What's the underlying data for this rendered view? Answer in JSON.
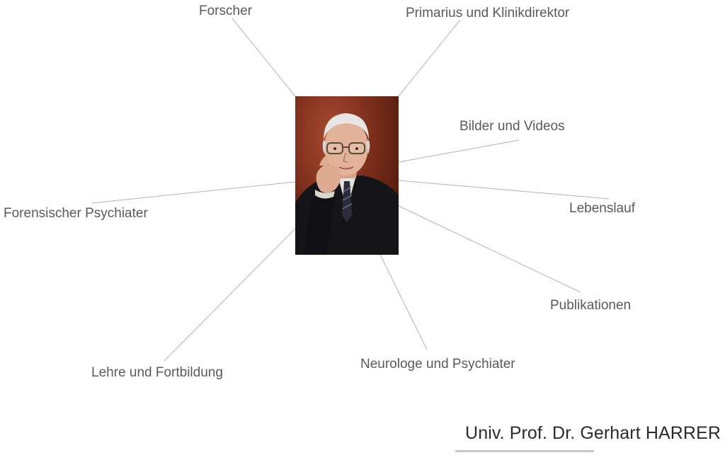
{
  "links": {
    "forscher": "Forscher",
    "primarius": "Primarius und Klinikdirektor",
    "bilder": "Bilder und Videos",
    "forensisch": "Forensischer Psychiater",
    "lebenslauf": "Lebenslauf",
    "publikationen": "Publikationen",
    "lehre": "Lehre und Fortbildung",
    "neurologe": "Neurologe und Psychiater"
  },
  "person": {
    "name": "Univ. Prof. Dr. Gerhart HARRER"
  },
  "colors": {
    "link_text": "#5a5a5a",
    "connector_line": "#b4b4b4",
    "title_text": "#2b2b2b",
    "underline": "#c8c8c8"
  }
}
